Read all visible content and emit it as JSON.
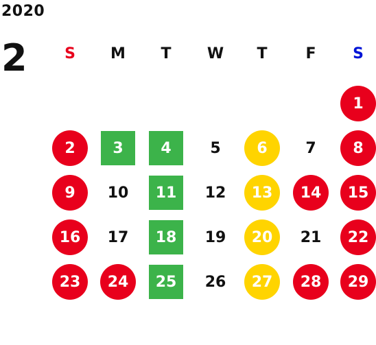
{
  "calendar": {
    "year": "2020",
    "month": "2",
    "weekdays": [
      {
        "label": "S",
        "color": "#e8001c"
      },
      {
        "label": "M",
        "color": "#111111"
      },
      {
        "label": "T",
        "color": "#111111"
      },
      {
        "label": "W",
        "color": "#111111"
      },
      {
        "label": "T",
        "color": "#111111"
      },
      {
        "label": "F",
        "color": "#111111"
      },
      {
        "label": "S",
        "color": "#0014d6"
      }
    ],
    "first_weekday": 6,
    "days": [
      {
        "d": "1",
        "style": "red"
      },
      {
        "d": "2",
        "style": "red"
      },
      {
        "d": "3",
        "style": "green"
      },
      {
        "d": "4",
        "style": "green"
      },
      {
        "d": "5",
        "style": "plain"
      },
      {
        "d": "6",
        "style": "yellow"
      },
      {
        "d": "7",
        "style": "plain"
      },
      {
        "d": "8",
        "style": "red"
      },
      {
        "d": "9",
        "style": "red"
      },
      {
        "d": "10",
        "style": "plain"
      },
      {
        "d": "11",
        "style": "green"
      },
      {
        "d": "12",
        "style": "plain"
      },
      {
        "d": "13",
        "style": "yellow"
      },
      {
        "d": "14",
        "style": "red"
      },
      {
        "d": "15",
        "style": "red"
      },
      {
        "d": "16",
        "style": "red"
      },
      {
        "d": "17",
        "style": "plain"
      },
      {
        "d": "18",
        "style": "green"
      },
      {
        "d": "19",
        "style": "plain"
      },
      {
        "d": "20",
        "style": "yellow"
      },
      {
        "d": "21",
        "style": "plain"
      },
      {
        "d": "22",
        "style": "red"
      },
      {
        "d": "23",
        "style": "red"
      },
      {
        "d": "24",
        "style": "red"
      },
      {
        "d": "25",
        "style": "green"
      },
      {
        "d": "26",
        "style": "plain"
      },
      {
        "d": "27",
        "style": "yellow"
      },
      {
        "d": "28",
        "style": "red"
      },
      {
        "d": "29",
        "style": "red"
      }
    ]
  },
  "colors": {
    "red": "#e8001c",
    "green": "#3cb34a",
    "yellow": "#ffd400",
    "text": "#111111"
  }
}
